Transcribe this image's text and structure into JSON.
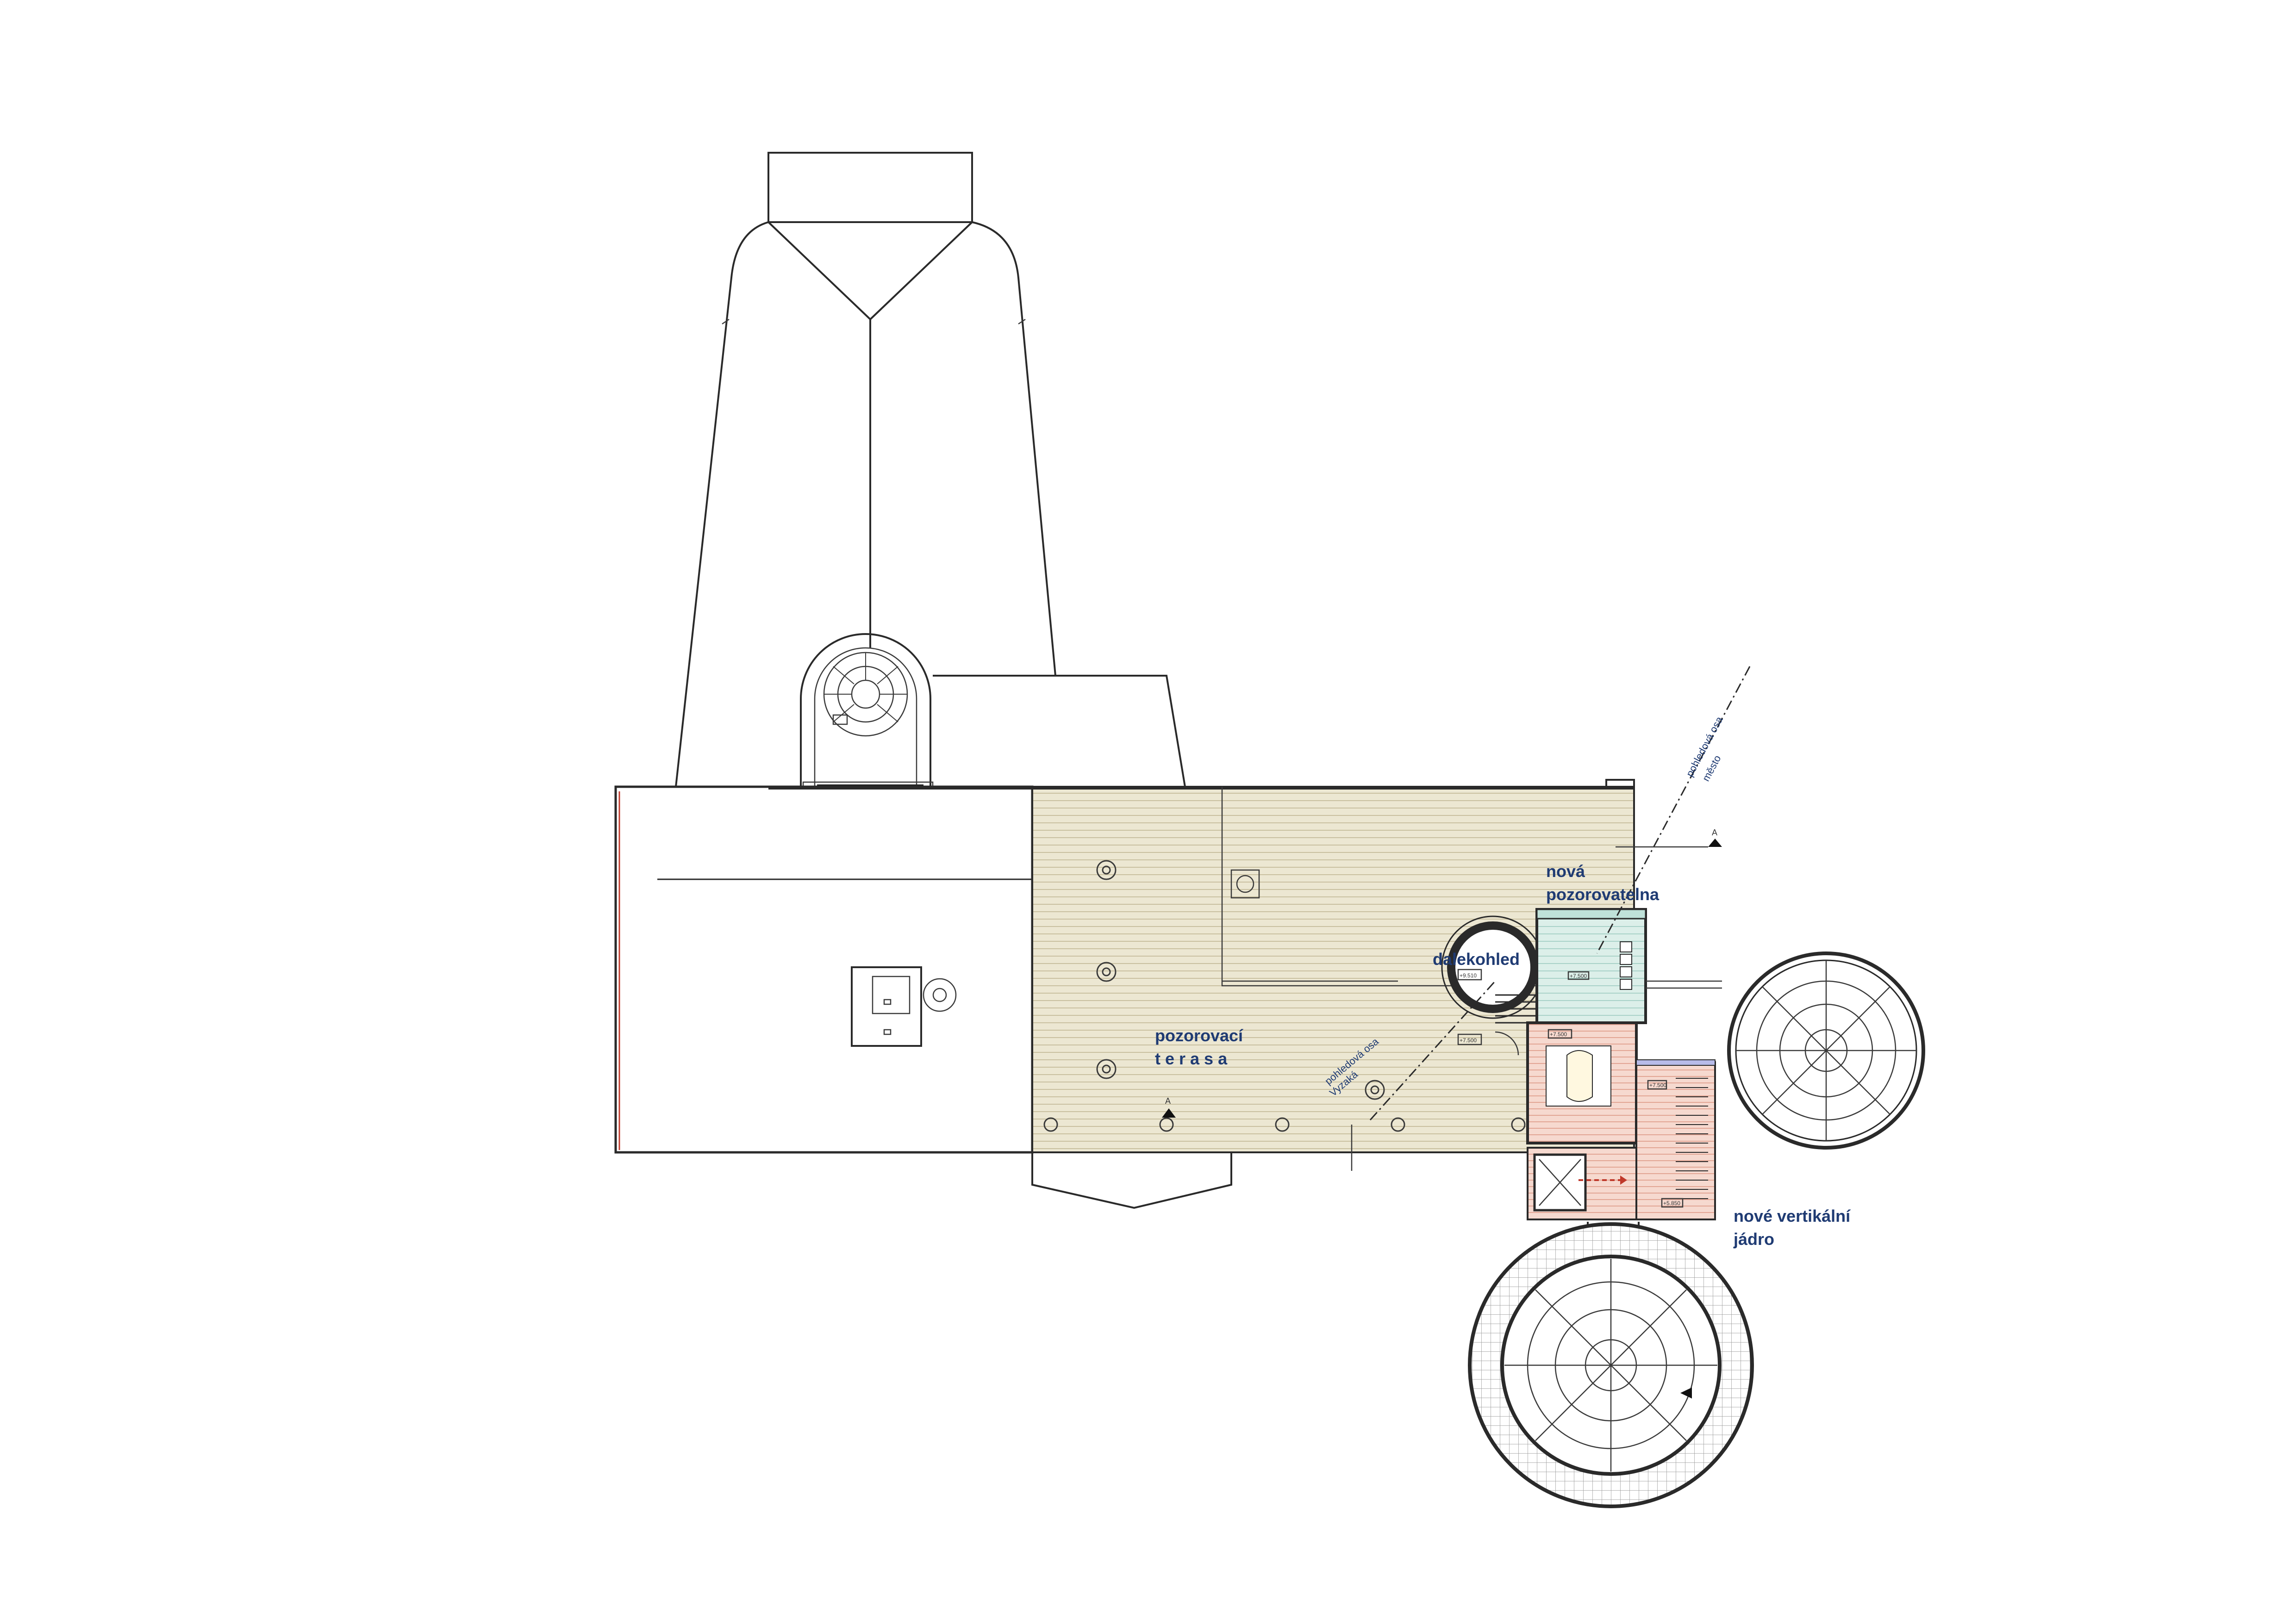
{
  "labels": {
    "nova_pozorovatelna_1": "nová",
    "nova_pozorovatelna_2": "pozorovatelna",
    "dalekohled": "dalekohled",
    "pozorovaci_1": "pozorovací",
    "pozorovaci_2": "t e r a s a",
    "jadro_1": "nové  vertikální",
    "jadro_2": "jádro",
    "axis_mesto_1": "pohledová  osa",
    "axis_mesto_2": "město",
    "axis_vyzaka_1": "pohledová  osa",
    "axis_vyzaka_2": "Vyzaká",
    "section_a_top": "A",
    "section_a_right": "A"
  },
  "levels": {
    "dome_small": "+9.510",
    "obs_room": "+7.500",
    "terrace": "+7.500",
    "core_upper": "+7.500",
    "core_stair": "+7.500",
    "core_lower": "+5.850"
  },
  "colors": {
    "terrace_fill": "#ece7d2",
    "terrace_hatch": "#c9c0a0",
    "observatory_fill": "#dcefe9",
    "observatory_hatch": "#a9d2c8",
    "core_fill": "#f6d9cf",
    "core_hatch": "#e2a594",
    "label_blue": "#1f3b73",
    "accent_red": "#c0392b"
  }
}
